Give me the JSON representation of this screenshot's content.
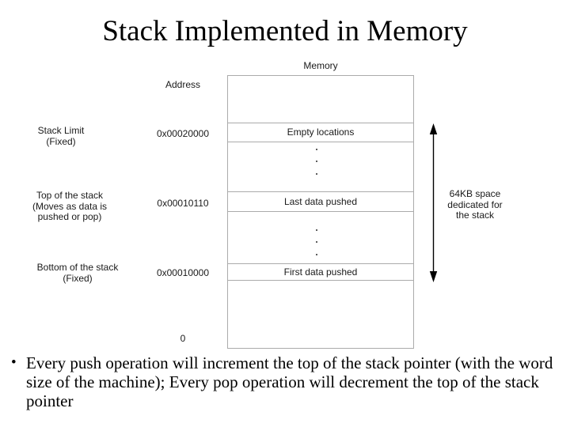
{
  "title": "Stack Implemented in Memory",
  "diagram": {
    "memory_label": "Memory",
    "address_label": "Address",
    "rows": {
      "empty": "Empty locations",
      "last": "Last data pushed",
      "first": "First data pushed"
    },
    "addresses": {
      "stack_limit": "0x00020000",
      "stack_top": "0x00010110",
      "stack_bottom": "0x00010000",
      "zero": "0"
    },
    "side_labels": {
      "stack_limit": "Stack Limit\n(Fixed)",
      "stack_top": "Top of the stack\n(Moves as data is\npushed or pop)",
      "stack_bottom": "Bottom of the stack\n(Fixed)"
    },
    "arrow_label": "64KB space\ndedicated for\nthe stack",
    "icons": {
      "span_arrow": "double-headed-vertical-arrow",
      "ellipsis": "vertical-ellipsis-dots"
    },
    "colors": {
      "line": "#ababab",
      "text": "#1a1a1a",
      "arrow": "#000000"
    }
  },
  "bullet": {
    "marker": "•",
    "text": "Every push operation will increment the top of the stack pointer (with the word size of the machine); Every pop operation will decrement the top of the stack pointer"
  }
}
